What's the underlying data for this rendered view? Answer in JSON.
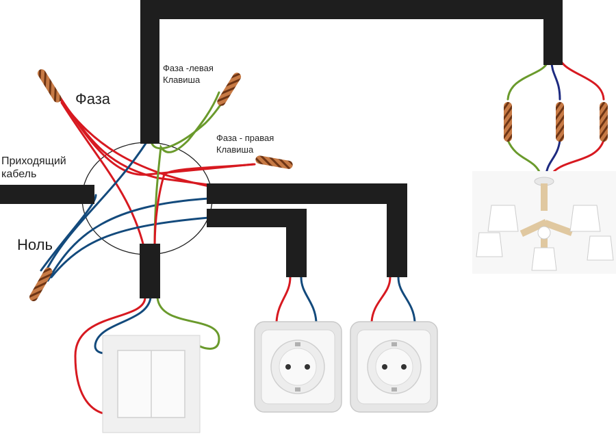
{
  "labels": {
    "phase": "Фаза",
    "neutral": "Ноль",
    "incoming_line1": "Приходящий",
    "incoming_line2": "кабель",
    "phase_left_line1": "Фаза -левая",
    "phase_left_line2": "Клавиша",
    "phase_right_line1": "Фаза - правая",
    "phase_right_line2": "Клавиша"
  },
  "colors": {
    "cable": "#1e1e1e",
    "phase_wire": "#d71920",
    "neutral_wire": "#134a7c",
    "switched_green": "#6a9a2c",
    "switched_navy": "#1d2a80",
    "copper": "#b8683a",
    "junction_box": "#222222"
  },
  "icons": {
    "junction_box": "junction-box-icon",
    "switch": "double-switch-icon",
    "socket": "socket-icon",
    "chandelier": "chandelier-icon"
  }
}
